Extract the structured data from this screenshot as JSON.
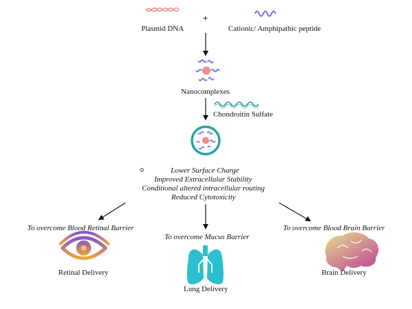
{
  "inputs": {
    "plasmid_label": "Plasmid DNA",
    "plus_sign": "+",
    "peptide_label": "Cationic/ Amphipathic peptide"
  },
  "nanocomplexes_label": "Nanocomplexes",
  "coating_label": "Chondroitin Sulfate",
  "properties": [
    "Lower Surface Charge",
    "Improved Extracellular Stability",
    "Conditional altered intracellular routing",
    "Reduced Cytotoxicity"
  ],
  "targets": [
    {
      "barrier": "To overcome Blood Retinal Barrier",
      "delivery": "Retinal Delivery",
      "icon": "eye-icon"
    },
    {
      "barrier": "To overcome Mucus Barrier",
      "delivery": "Lung Delivery",
      "icon": "lungs-icon"
    },
    {
      "barrier": "To overcome Blood Brain Barrier",
      "delivery": "Brain Delivery",
      "icon": "brain-icon"
    }
  ],
  "colors": {
    "dna": "#e8726a",
    "peptide": "#7b74e6",
    "chondroitin": "#1f9a8c",
    "circle": "#27a3a0",
    "eye_gradient": [
      "#8a55c9",
      "#f0a53a"
    ],
    "lung": "#2bbfcf",
    "brain_gradient": [
      "#e3df8a",
      "#c24a95"
    ]
  }
}
